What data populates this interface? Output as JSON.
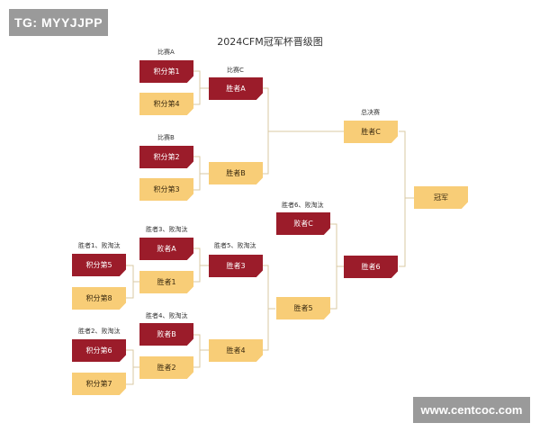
{
  "watermark_top": "TG: MYYJJPP",
  "watermark_bottom": "www.centcoc.com",
  "title": "2024CFM冠军杯晋级图",
  "labels": {
    "match_a": "比赛A",
    "match_b": "比赛B",
    "match_c": "比赛C",
    "final": "总决赛",
    "w1_loser": "胜者1、败淘汰",
    "w2_loser": "胜者2、败淘汰",
    "w3_loser": "胜者3、败淘汰",
    "w4_loser": "胜者4、败淘汰",
    "w5_loser": "胜者5、败淘汰",
    "w6_loser": "胜者6、败淘汰"
  },
  "boxes": {
    "p1": "积分第1",
    "p4": "积分第4",
    "p2": "积分第2",
    "p3": "积分第3",
    "winner_a": "胜者A",
    "winner_b": "胜者B",
    "winner_c": "胜者C",
    "champion": "冠军",
    "loser_c": "败者C",
    "winner_6": "胜者6",
    "winner_5": "胜者5",
    "p5": "积分第5",
    "p8": "积分第8",
    "p6": "积分第6",
    "p7": "积分第7",
    "loser_a": "败者A",
    "winner_1": "胜者1",
    "loser_b": "败者B",
    "winner_2": "胜者2",
    "winner_3": "胜者3",
    "winner_4": "胜者4"
  },
  "colors": {
    "red": "#9b1c2a",
    "gold": "#f8cd77",
    "line": "#d9c9a3",
    "watermark": "#9a9a9a"
  }
}
